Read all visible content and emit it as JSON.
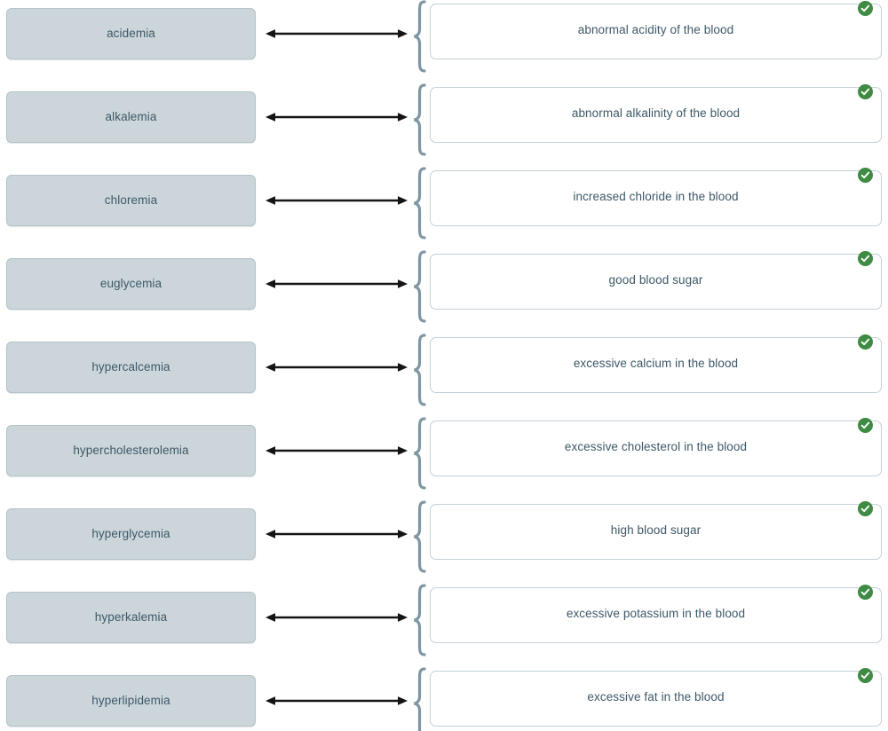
{
  "exercise": {
    "type": "term-definition-matching",
    "connector_icon": "double-headed-arrow-icon",
    "brace_icon": "curly-brace-icon",
    "status_icon": "check-circle-icon",
    "colors": {
      "term_tile_fill": "#ccd6da",
      "term_tile_border": "#b3c3c9",
      "definition_card_fill": "#ffffff",
      "definition_card_border": "#c4d0d6",
      "text": "#3d5868",
      "brace": "#7e97a3",
      "arrow": "#141414",
      "correct_badge": "#3f8b43",
      "page_background": "#ffffff"
    },
    "rows": [
      {
        "term": "acidemia",
        "definition": "abnormal acidity of the blood",
        "status": "correct"
      },
      {
        "term": "alkalemia",
        "definition": "abnormal alkalinity of the blood",
        "status": "correct"
      },
      {
        "term": "chloremia",
        "definition": "increased chloride in the blood",
        "status": "correct"
      },
      {
        "term": "euglycemia",
        "definition": "good blood sugar",
        "status": "correct"
      },
      {
        "term": "hypercalcemia",
        "definition": "excessive calcium in the blood",
        "status": "correct"
      },
      {
        "term": "hypercholesterolemia",
        "definition": "excessive cholesterol in the blood",
        "status": "correct"
      },
      {
        "term": "hyperglycemia",
        "definition": "high blood sugar",
        "status": "correct"
      },
      {
        "term": "hyperkalemia",
        "definition": "excessive potassium in the blood",
        "status": "correct"
      },
      {
        "term": "hyperlipidemia",
        "definition": "excessive fat in the blood",
        "status": "correct"
      }
    ]
  }
}
